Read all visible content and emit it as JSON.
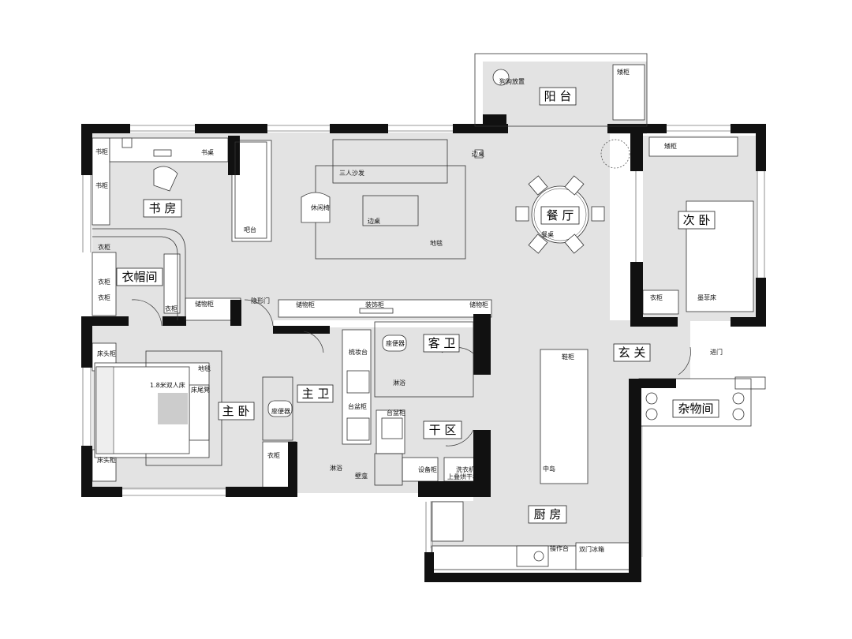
{
  "rooms": {
    "study": "书 房",
    "cloakroom": "衣帽间",
    "master_bedroom": "主 卧",
    "master_bath": "主 卫",
    "guest_bath": "客 卫",
    "dry_area": "干 区",
    "dining": "餐 厅",
    "balcony": "阳 台",
    "second_bedroom": "次 卧",
    "foyer": "玄 关",
    "storage": "杂物间",
    "kitchen": "厨 房"
  },
  "furniture": {
    "bookshelf_1": "书柜",
    "bookshelf_2": "书柜",
    "desk": "书桌",
    "bar": "吧台",
    "wardrobe_1": "衣柜",
    "wardrobe_2": "衣柜",
    "wardrobe_3": "衣柜",
    "wardrobe_4": "衣柜",
    "storage_cab_1": "储物柜",
    "storage_cab_2": "储物柜",
    "storage_cab_3": "储物柜",
    "decor_cab": "装饰柜",
    "hidden_door": "隐形门",
    "sofa": "三人沙发",
    "lounge_chair": "休闲椅",
    "coffee_table": "边桌",
    "side_table": "边桌",
    "rug": "地毯",
    "dog_bed": "狗狗放置",
    "low_cabinet_1": "矮柜",
    "low_cabinet_2": "矮柜",
    "dining_table": "餐桌",
    "murphy_bed": "墨菲床",
    "entry": "进门",
    "shoe_cab": "鞋柜",
    "island": "中岛",
    "worktop": "操作台",
    "fridge": "双门冰箱",
    "equip_cab": "设备柜",
    "washer": "洗衣机",
    "dryer": "上叠烘干机",
    "basin_cab_1": "台盆柜",
    "basin_cab_2": "台盆柜",
    "toilet_1": "座便器",
    "toilet_2": "座便器",
    "shower_1": "淋浴",
    "shower_2": "淋浴",
    "niche": "壁龛",
    "vanity": "梳妆台",
    "bed": "1.8米双人床",
    "bench": "床尾凳",
    "rug_2": "地毯",
    "nightstand_1": "床头柜",
    "nightstand_2": "床头柜"
  },
  "colors": {
    "floor": "#e3e3e3",
    "wall": "#111111",
    "white": "#ffffff",
    "line": "#333333"
  }
}
